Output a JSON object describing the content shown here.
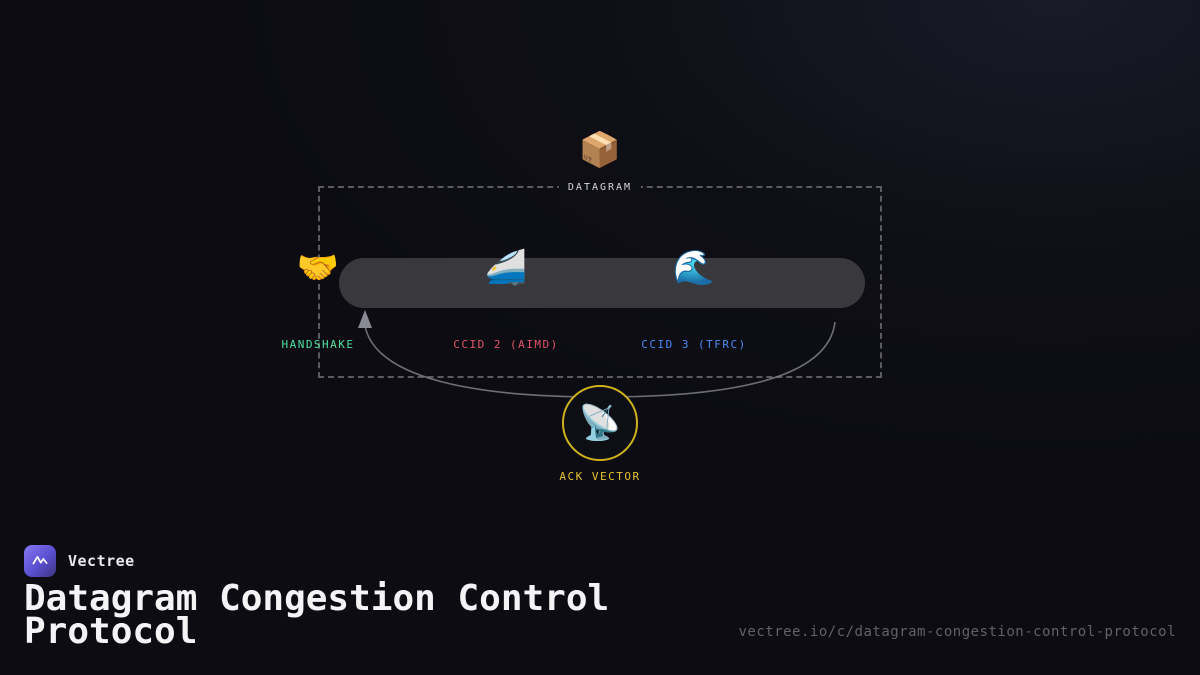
{
  "brand": {
    "name": "Vectree",
    "logo_icon": "pulse-icon"
  },
  "title": "Datagram Congestion Control Protocol",
  "url": "vectree.io/c/datagram-congestion-control-protocol",
  "diagram": {
    "source": {
      "icon": "📦",
      "label": "DATAGRAM"
    },
    "stations": [
      {
        "icon": "🤝",
        "label": "HANDSHAKE",
        "color": "#4ee1a0"
      },
      {
        "icon": "🚄",
        "label": "CCID 2 (AIMD)",
        "color": "#e25568"
      },
      {
        "icon": "🌊",
        "label": "CCID 3 (TFRC)",
        "color": "#4b8bf5"
      }
    ],
    "ack": {
      "icon": "📡",
      "label": "ACK VECTOR",
      "color": "#e6c229",
      "ring_color": "#cdb21e"
    },
    "arrow_color": "#80808a",
    "box_border_color": "#5b5b60",
    "pill_color": "#38383d",
    "background_color": "#0e0e15"
  }
}
